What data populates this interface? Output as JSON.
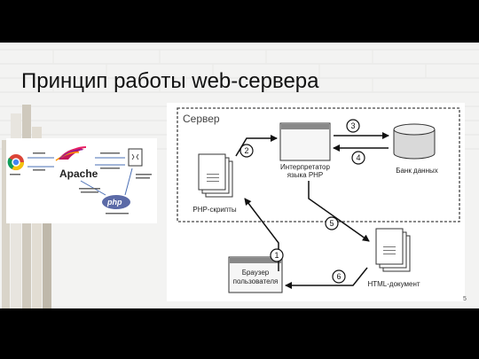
{
  "slide": {
    "title": "Принцип работы web-сервера",
    "page_number": "5"
  },
  "small_diagram": {
    "server_name": "Apache",
    "php_label": "php"
  },
  "main_diagram": {
    "server_label": "Сервер",
    "interpreter_label_line1": "Интерпретатор",
    "interpreter_label_line2": "языка PHP",
    "database_label": "Банк данных",
    "php_scripts_label": "PHP-скрипты",
    "browser_label_line1": "Браузер",
    "browser_label_line2": "пользователя",
    "html_document_label": "HTML-документ",
    "steps": [
      "1",
      "2",
      "3",
      "4",
      "5",
      "6"
    ]
  }
}
